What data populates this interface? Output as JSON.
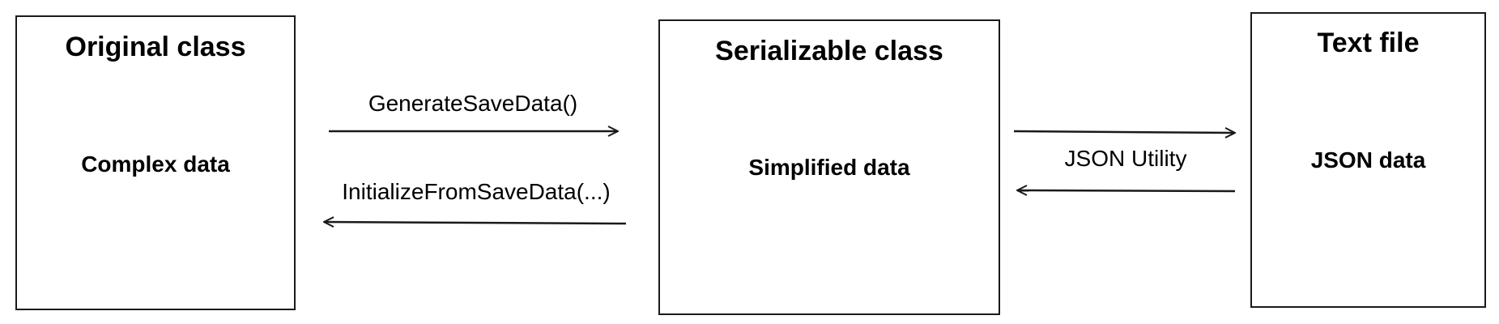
{
  "boxes": {
    "original": {
      "title": "Original class",
      "content": "Complex data"
    },
    "serializable": {
      "title": "Serializable class",
      "content": "Simplified data"
    },
    "textfile": {
      "title": "Text file",
      "content": "JSON data"
    }
  },
  "arrows": {
    "generate": {
      "label": "GenerateSaveData()",
      "direction": "right"
    },
    "initialize": {
      "label": "InitializeFromSaveData(...)",
      "direction": "left"
    },
    "json_to_file": {
      "direction": "right"
    },
    "json_utility": {
      "label": "JSON Utility"
    },
    "file_to_json": {
      "direction": "left"
    }
  }
}
